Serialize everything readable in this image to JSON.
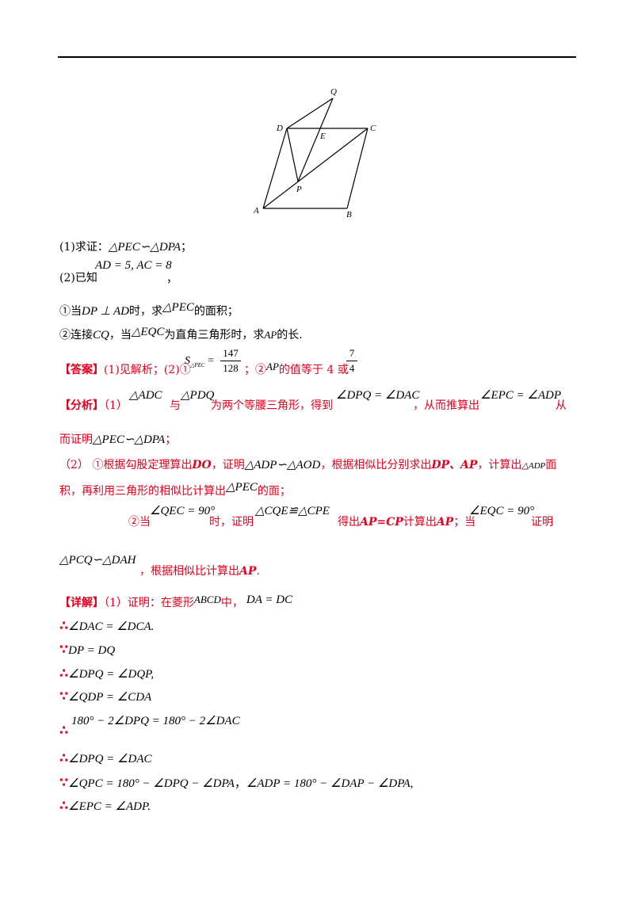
{
  "figure": {
    "labels": {
      "Q": "Q",
      "D": "D",
      "E": "E",
      "C": "C",
      "P": "P",
      "A": "A",
      "B": "B"
    }
  },
  "question": {
    "part1_prefix": "(1)求证：",
    "part1_math": "△PEC∽△DPA",
    "part1_end": "；",
    "part2_prefix": "(2)已知",
    "part2_math": "AD = 5, AC = 8",
    "part2_end": "，",
    "sub1_prefix": "①当",
    "sub1_math": "DP ⊥ AD",
    "sub1_mid": "时，求",
    "sub1_tri": "△PEC",
    "sub1_end": "的面积；",
    "sub2_prefix": "②连接",
    "sub2_math1": "CQ",
    "sub2_mid": "，当",
    "sub2_tri": "△EQC",
    "sub2_mid2": "为直角三角形时，求",
    "sub2_math2": "AP",
    "sub2_end": "的长."
  },
  "answer": {
    "label": "【答案】",
    "text1": "(1)见解析；(2)①",
    "s_label": "S",
    "s_sub": "△PEC",
    "eq": "=",
    "frac1_num": "147",
    "frac1_den": "128",
    "text2": "；②",
    "ap": "AP",
    "text3": "的值等于 4 或",
    "frac2_num": "7",
    "frac2_den": "4"
  },
  "analysis": {
    "label": "【分析】",
    "p1_a": "（1）",
    "p1_m1": "△ADC",
    "p1_b": "与",
    "p1_m2": "△PDQ",
    "p1_c": "为两个等腰三角形，得到",
    "p1_m3": "∠DPQ = ∠DAC",
    "p1_d": "，从而推算出",
    "p1_m4": "∠EPC = ∠ADP",
    "p1_e": "从",
    "p1_f": "而证明",
    "p1_m5": "△PEC∽△DPA",
    "p1_g": "；",
    "p2_a": "（2） ①根据勾股定理算出",
    "p2_do": "DO",
    "p2_b": "，证明",
    "p2_m1": "△ADP∽△AOD",
    "p2_c": "，根据相似比分别求出",
    "p2_dp": "DP、AP",
    "p2_d": "，计算出",
    "p2_m2": "△ADP",
    "p2_e": "面",
    "p2_f": "积，再利用三角形的相似比计算出",
    "p2_m3": "△PEC",
    "p2_g": "的面；",
    "p3_a": "②当",
    "p3_m1": "∠QEC = 90°",
    "p3_b": "时，证明",
    "p3_m2": "△CQE≌△CPE",
    "p3_c": "得出",
    "p3_apcp": "AP=CP",
    "p3_d": "计算出",
    "p3_ap": "AP",
    "p3_e": "；当",
    "p3_m3": "∠EQC = 90°",
    "p3_f": "证明",
    "p4_m1": "△PCQ∽△DAH",
    "p4_a": "，根据相似比计算出",
    "p4_ap": "AP",
    "p4_b": "."
  },
  "detail": {
    "label": "【详解】",
    "intro_a": "（1）证明：在菱形",
    "intro_m1": "ABCD",
    "intro_b": "中，",
    "intro_m2": "DA = DC",
    "lines": [
      {
        "sym": "∴",
        "expr": "∠DAC = ∠DCA",
        "end": "."
      },
      {
        "sym": "∵",
        "expr": "DP = DQ",
        "end": ""
      },
      {
        "sym": "∴",
        "expr": "∠DPQ = ∠DQP",
        "end": ","
      },
      {
        "sym": "∵",
        "expr": "∠QDP = ∠CDA",
        "end": ""
      },
      {
        "sym": "∴",
        "expr": "180° − 2∠DPQ = 180° − 2∠DAC",
        "end": ""
      },
      {
        "sym": "∴",
        "expr": "∠DPQ = ∠DAC",
        "end": ""
      },
      {
        "sym": "∵",
        "expr": "∠QPC = 180° − ∠DPQ − ∠DPA",
        "end": "，",
        "expr2": "∠ADP = 180° − ∠DAP − ∠DPA",
        "end2": ","
      },
      {
        "sym": "∴",
        "expr": "∠EPC = ∠ADP",
        "end": "."
      }
    ]
  }
}
